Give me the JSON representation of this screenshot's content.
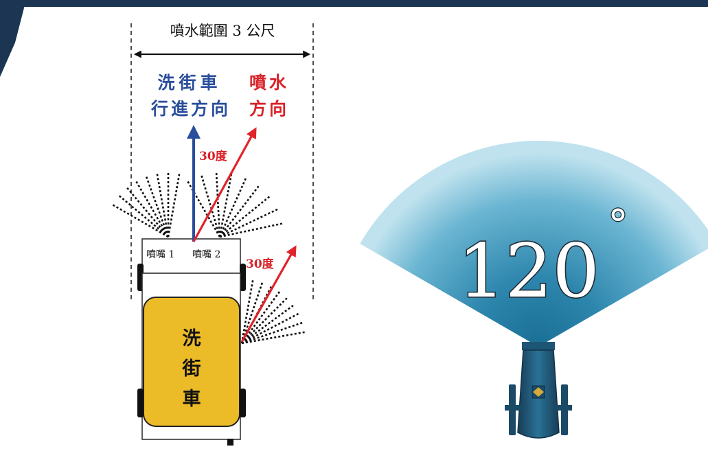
{
  "diagram": {
    "spray_range_label": "噴水範圍 3 公尺",
    "travel_direction": {
      "line1": "洗街車",
      "line2": "行進方向"
    },
    "spray_direction": {
      "line1": "噴水",
      "line2": "方向"
    },
    "front_angle_label": "30度",
    "side_angle_label": "30度",
    "nozzle_labels": [
      "噴嘴 1",
      "噴嘴 2"
    ],
    "truck_body_label": [
      "洗",
      "街",
      "車"
    ],
    "fan_angle_label": "120",
    "fan_degree_symbol": "°",
    "colors": {
      "banner": "#1b3552",
      "travel_arrow": "#2a4e9b",
      "travel_text": "#2a4e9b",
      "spray_arrow": "#e0242a",
      "spray_text": "#d92127",
      "truck_body": "#ecbb28",
      "fan_outer": "#9dcfe2",
      "fan_inner": "#1a6f96",
      "nozzle": "#1f5f80",
      "nozzle_dark": "#153a52",
      "emblem": "#d7a83a"
    }
  }
}
